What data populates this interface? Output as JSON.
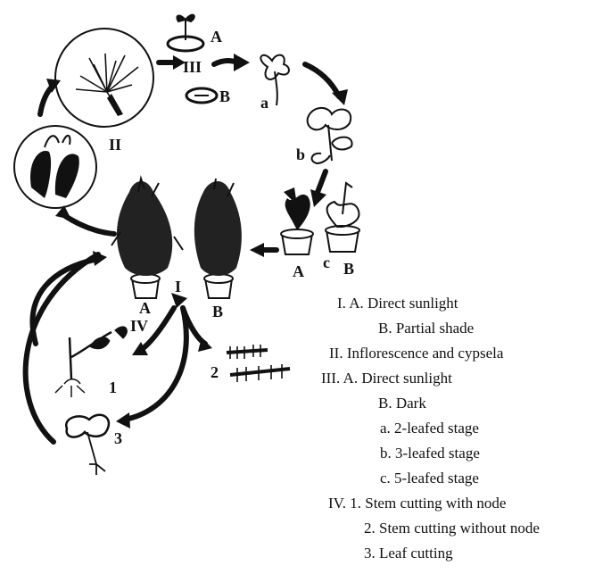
{
  "diagram": {
    "labels": {
      "stage_I": "I",
      "stage_II": "II",
      "stage_III": "III",
      "stage_IV": "IV",
      "pot_A": "A",
      "pot_B": "B",
      "seed_A": "A",
      "seed_B": "B",
      "small_A": "A",
      "small_B": "B",
      "small_c": "c",
      "leaf_a": "a",
      "leaf_b": "b",
      "cut_1": "1",
      "cut_2": "2",
      "cut_3": "3"
    }
  },
  "legend": [
    {
      "text": "I. A. Direct sunlight"
    },
    {
      "text": "B. Partial shade"
    },
    {
      "text": "II. Inflorescence and cypsela"
    },
    {
      "text": "III. A. Direct sunlight"
    },
    {
      "text": "B. Dark"
    },
    {
      "text": "a. 2-leafed stage"
    },
    {
      "text": "b. 3-leafed stage"
    },
    {
      "text": "c. 5-leafed stage"
    },
    {
      "text": "IV. 1. Stem cutting with node"
    },
    {
      "text": "2. Stem cutting without node"
    },
    {
      "text": "3. Leaf cutting"
    }
  ]
}
